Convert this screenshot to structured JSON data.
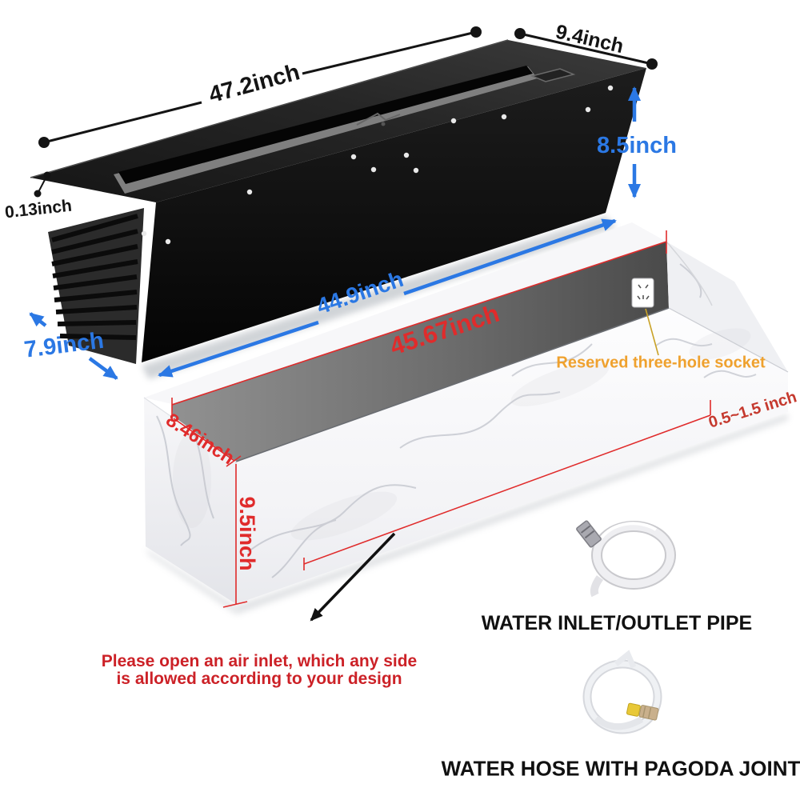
{
  "dims": {
    "top_length": "47.2inch",
    "top_depth": "9.4inch",
    "insert_height": "8.5inch",
    "flange_thickness": "0.13inch",
    "body_depth": "7.9inch",
    "body_length": "44.9inch",
    "opening_length": "45.67inch",
    "opening_depth": "8.46inch",
    "cabinet_height": "9.5inch",
    "wall_distance_range": "0.5~1.5 inch"
  },
  "notes": {
    "socket": "Reserved three-hole socket",
    "air_line1": "Please open an air inlet, which any side",
    "air_line2": "is allowed according to your design"
  },
  "captions": {
    "pipe": "WATER INLET/OUTLET PIPE",
    "hose": "WATER HOSE WITH PAGODA JOINT"
  },
  "colors": {
    "dimension_blue": "#2b78e4",
    "dimension_red": "#e02b2b",
    "note_red": "#cc2127",
    "socket_orange": "#efa12e",
    "text_black": "#141414",
    "gold_leader": "#c9a227"
  }
}
